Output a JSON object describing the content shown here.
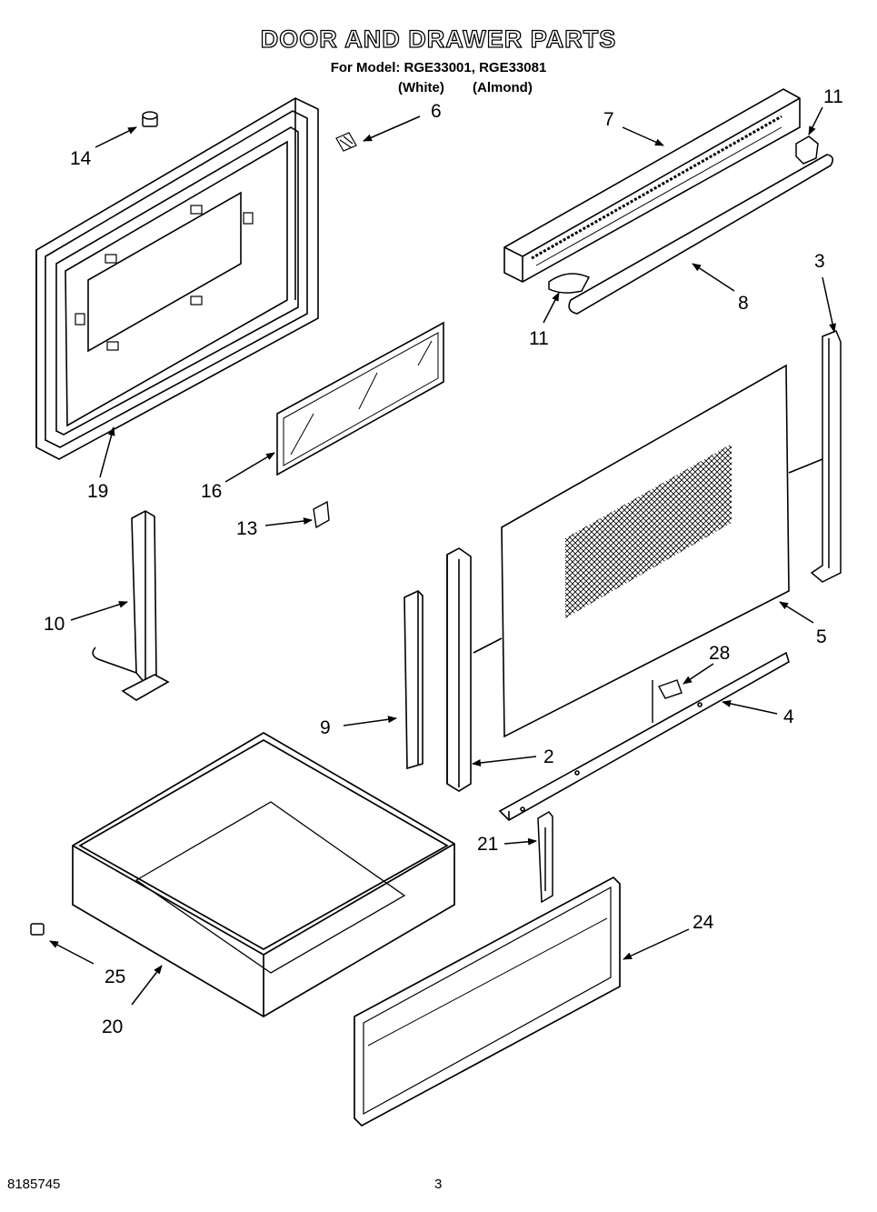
{
  "header": {
    "title": "DOOR AND DRAWER PARTS",
    "model_line": "For Model: RGE33001, RGE33081",
    "color_white": "(White)",
    "color_almond": "(Almond)"
  },
  "footer": {
    "doc_number": "8185745",
    "page_number": "3"
  },
  "callouts": {
    "c14": "14",
    "c6": "6",
    "c7": "7",
    "c11a": "11",
    "c11b": "11",
    "c3": "3",
    "c8": "8",
    "c19": "19",
    "c16": "16",
    "c13": "13",
    "c10": "10",
    "c5": "5",
    "c28": "28",
    "c9": "9",
    "c2": "2",
    "c4": "4",
    "c21": "21",
    "c24": "24",
    "c25": "25",
    "c20": "20"
  }
}
